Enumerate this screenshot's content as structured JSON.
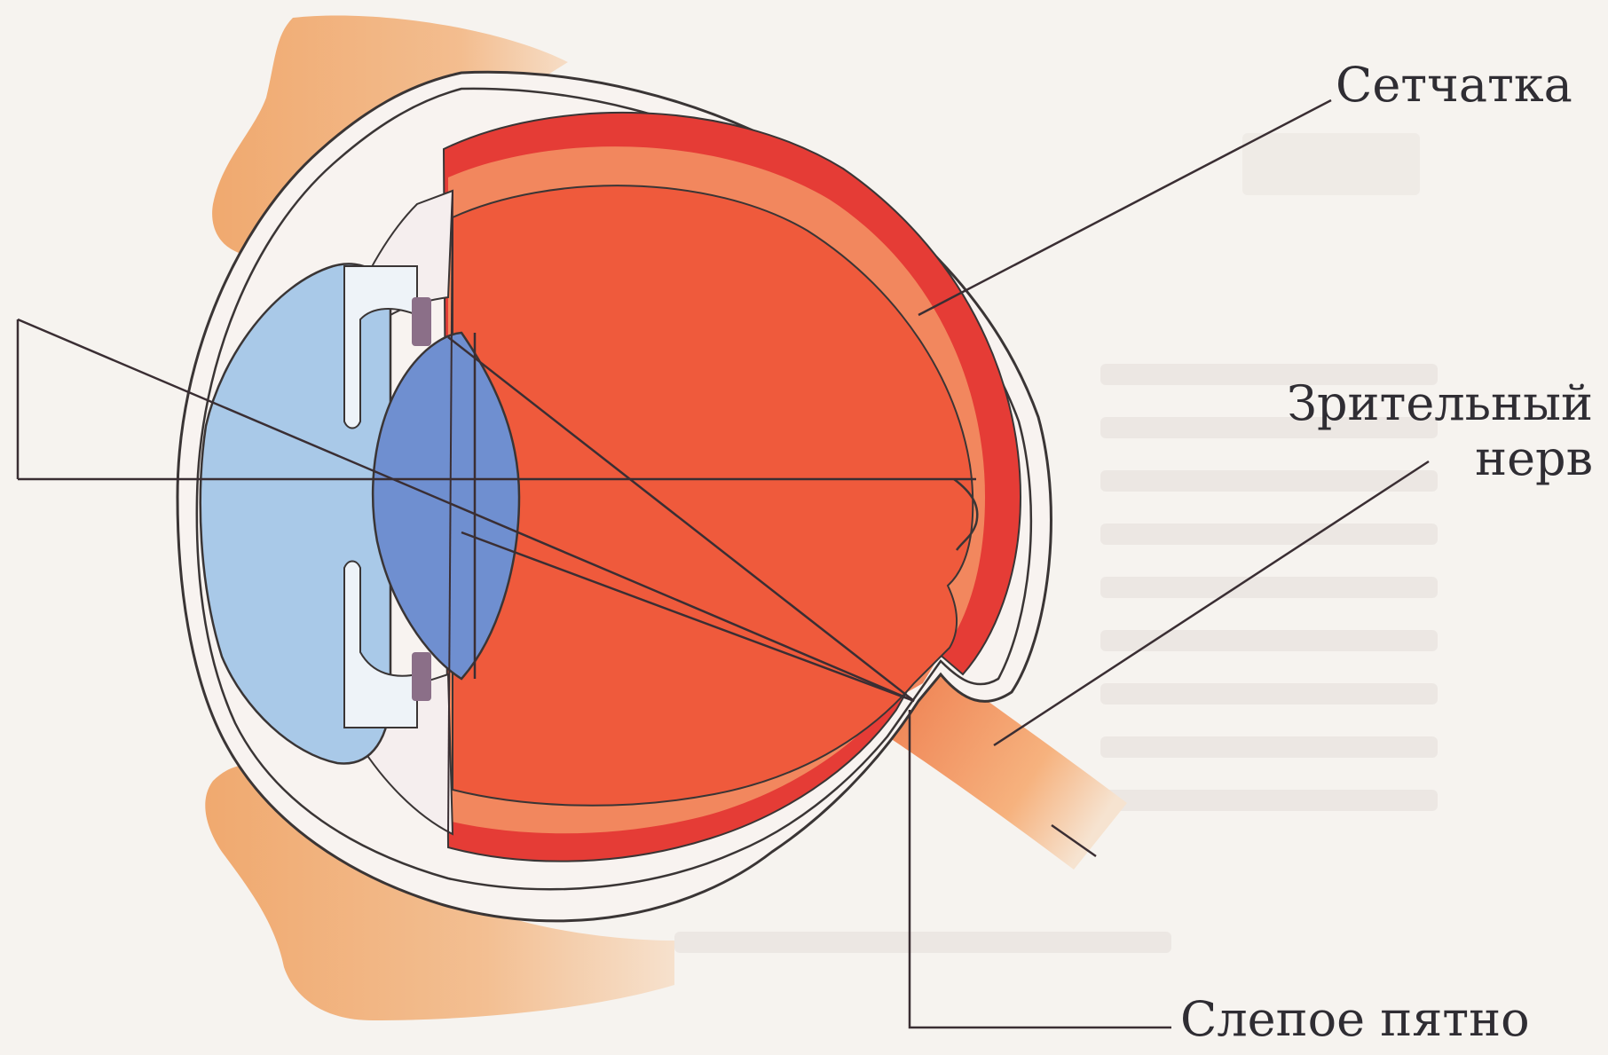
{
  "diagram": {
    "labels": {
      "retina": "Сетчатка",
      "optic_nerve_line1": "Зрительный",
      "optic_nerve_line2": "нерв",
      "blind_spot": "Слепое пятно"
    },
    "colors": {
      "background": "#f6f3ef",
      "background_text_ghost": "#e7e2de",
      "bone": "#f1b27e",
      "bone_edge": "#e59c63",
      "sclera": "#f8f3f0",
      "outline": "#3a3535",
      "choroid": "#e53c36",
      "retina_layer": "#f2875e",
      "vitreous": "#ef5a3c",
      "cornea_chamber": "#a9c9e8",
      "iris": "#cfd9e8",
      "lens": "#6f8fd0",
      "ray": "#3a2e33",
      "nerve": "#f29a5d"
    }
  }
}
